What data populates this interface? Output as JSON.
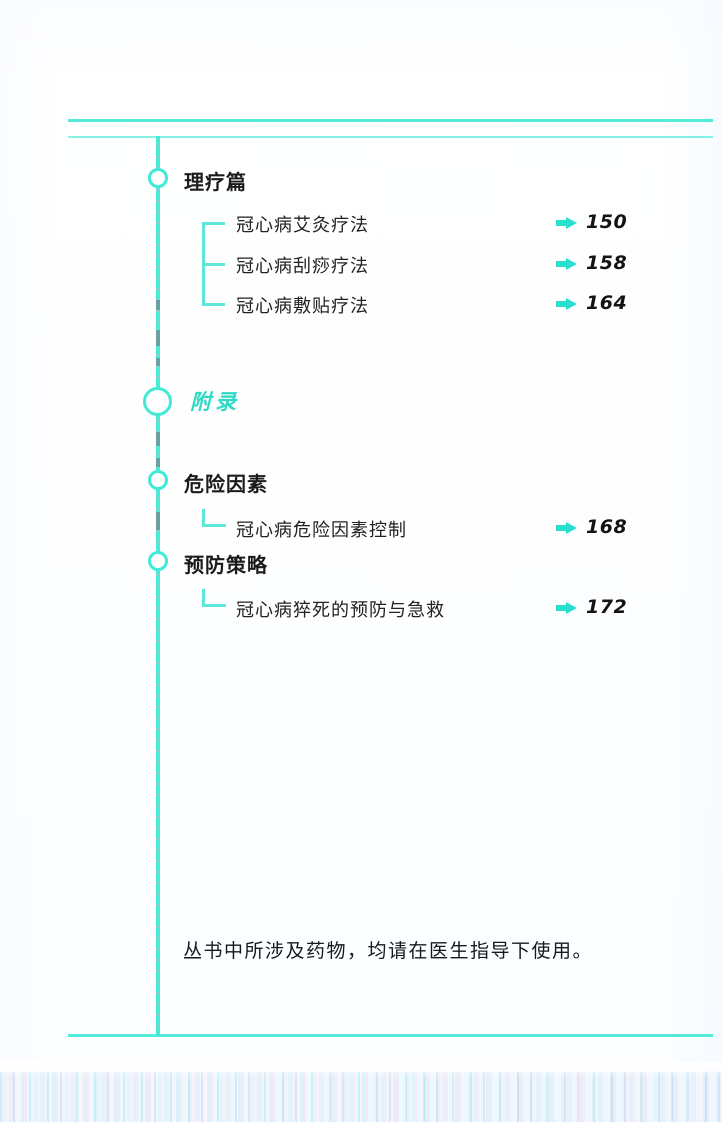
{
  "page": {
    "kind": "book-table-of-contents",
    "accent_color": "#2fd9c6",
    "rule_color": "#36e8d4",
    "text_color": "#1b1b1b"
  },
  "sections": [
    {
      "title": "理疗篇",
      "node": "circle-small",
      "style": "dark",
      "entries": [
        {
          "label": "冠心病艾灸疗法",
          "page": "150"
        },
        {
          "label": "冠心病刮痧疗法",
          "page": "158"
        },
        {
          "label": "冠心病敷贴疗法",
          "page": "164"
        }
      ]
    },
    {
      "title": "附录",
      "node": "circle-large",
      "style": "accent",
      "entries": []
    },
    {
      "title": "危险因素",
      "node": "circle-small",
      "style": "dark",
      "entries": [
        {
          "label": "冠心病危险因素控制",
          "page": "168"
        }
      ]
    },
    {
      "title": "预防策略",
      "node": "circle-small",
      "style": "dark",
      "entries": [
        {
          "label": "冠心病猝死的预防与急救",
          "page": "172"
        }
      ]
    }
  ],
  "footer": {
    "note": "丛书中所涉及药物，均请在医生指导下使用。"
  },
  "icons": {
    "page_arrow": "right-arrow-icon",
    "node": "circle-node-icon",
    "bracket": "tree-branch-icon"
  }
}
